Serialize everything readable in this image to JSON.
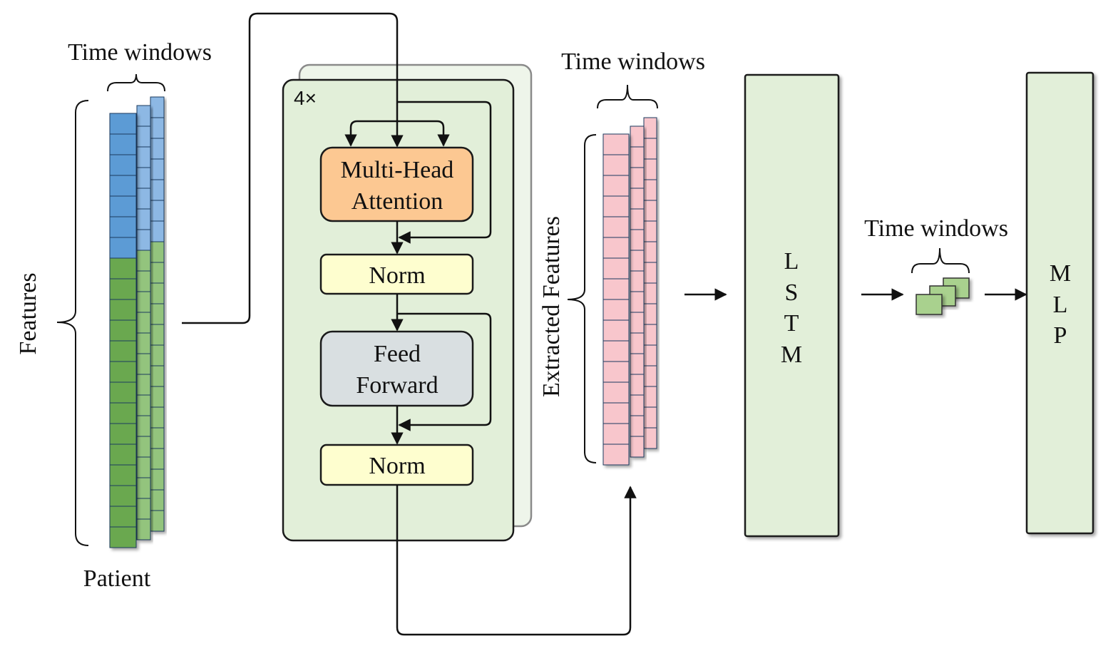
{
  "input": {
    "time_windows_label": "Time windows",
    "features_label": "Features",
    "patient_label": "Patient"
  },
  "encoder": {
    "repeat_label": "4×",
    "attention_line1": "Multi-Head",
    "attention_line2": "Attention",
    "norm1_label": "Norm",
    "ff_line1": "Feed",
    "ff_line2": "Forward",
    "norm2_label": "Norm"
  },
  "extracted": {
    "time_windows_label": "Time windows",
    "features_label": "Extracted Features"
  },
  "lstm": {
    "letters": [
      "L",
      "S",
      "T",
      "M"
    ]
  },
  "output": {
    "time_windows_label": "Time windows"
  },
  "mlp": {
    "letters": [
      "M",
      "L",
      "P"
    ]
  },
  "colors": {
    "blue_cell": "#5b9bd5",
    "blue_cell_light": "#8db8e4",
    "green_cell": "#6aa84f",
    "green_cell_light": "#93c47d",
    "pink_cell": "#f8c6cc",
    "panel_green": "#e2efd9",
    "attention_orange": "#fcc892",
    "norm_yellow": "#fefecf",
    "ff_gray": "#d9dfe1",
    "stroke": "#1a1a1a"
  }
}
